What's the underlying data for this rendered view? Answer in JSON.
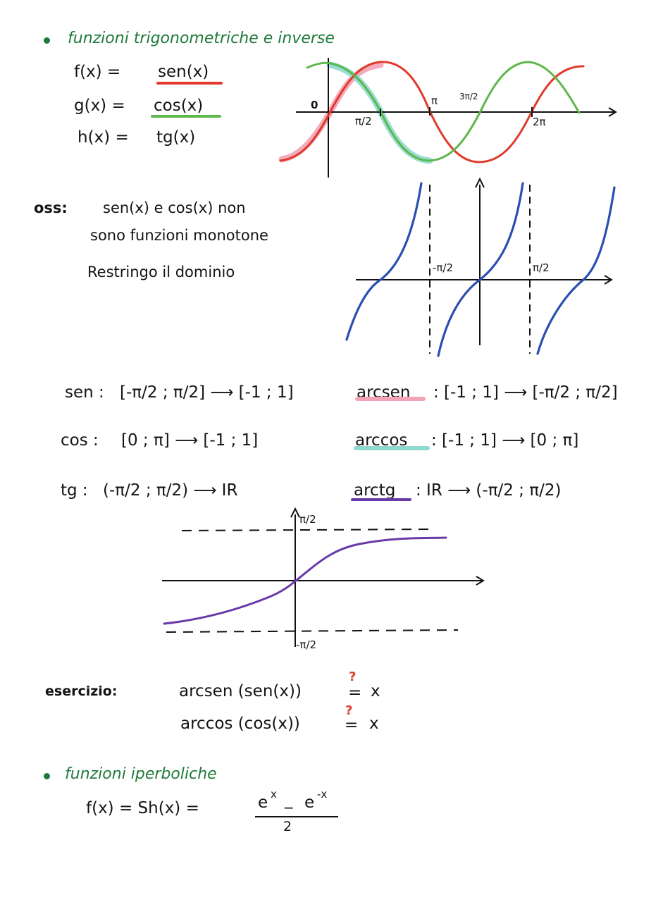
{
  "section1": {
    "heading": "funzioni trigonometriche e inverse",
    "defs": [
      {
        "lhs": "f(x) =",
        "rhs": "sen(x)",
        "underline_color": "#e0392b"
      },
      {
        "lhs": "g(x) =",
        "rhs": "cos(x)",
        "underline_color": "#5cb84a"
      },
      {
        "lhs": "h(x) =",
        "rhs": "tg(x)"
      }
    ]
  },
  "graph1": {
    "labels": {
      "origin": "0",
      "pi_half": "π/2",
      "pi": "π",
      "three_pi_half": "3π/2",
      "two_pi": "2π"
    },
    "colors": {
      "sen": "#e0392b",
      "cos": "#5cb84a",
      "highlight_pink": "#f2a3b5",
      "highlight_teal": "#8fd9cf"
    }
  },
  "oss": {
    "label": "oss:",
    "lines": [
      "sen(x) e cos(x) non",
      "sono funzioni monotone",
      "Restringo il dominio"
    ]
  },
  "graph2": {
    "labels": {
      "neg_pi_half": "-π/2",
      "pi_half": "π/2"
    },
    "colors": {
      "tan": "#2a4fb0"
    }
  },
  "domains": {
    "left": [
      {
        "f": "sen :",
        "map": "[-π/2 ; π/2] ⟶ [-1 ; 1]"
      },
      {
        "f": "cos :",
        "map": "[0 ; π] ⟶ [-1 ; 1]"
      },
      {
        "f": "tg :",
        "map": "(-π/2 ; π/2) ⟶ IR"
      }
    ],
    "right": [
      {
        "f": "arcsen",
        "map": ": [-1 ; 1] ⟶ [-π/2 ; π/2]",
        "underline_color": "#f2a3b5"
      },
      {
        "f": "arccos",
        "map": ": [-1 ; 1] ⟶ [0 ; π]",
        "underline_color": "#8fd9cf"
      },
      {
        "f": "arctg",
        "map": ": IR ⟶ (-π/2 ; π/2)",
        "underline_color": "#6a3aa8"
      }
    ]
  },
  "graph3": {
    "labels": {
      "top": "π/2",
      "bottom": "-π/2"
    },
    "colors": {
      "arctan": "#6a3aa8"
    }
  },
  "esercizio": {
    "label": "esercizio:",
    "lines": [
      {
        "expr": "arcsen (sen(x))",
        "eq": "=",
        "rhs": "x",
        "mark": "?"
      },
      {
        "expr": "arccos (cos(x))",
        "eq": "=",
        "rhs": "x",
        "mark": "?"
      }
    ]
  },
  "section2": {
    "heading": "funzioni iperboliche",
    "formula": {
      "lhs": "f(x) = Sh(x) =",
      "num_a": "e",
      "exp_a": "x",
      "minus": "_",
      "num_b": "e",
      "exp_b": "-x",
      "den": "2"
    }
  }
}
